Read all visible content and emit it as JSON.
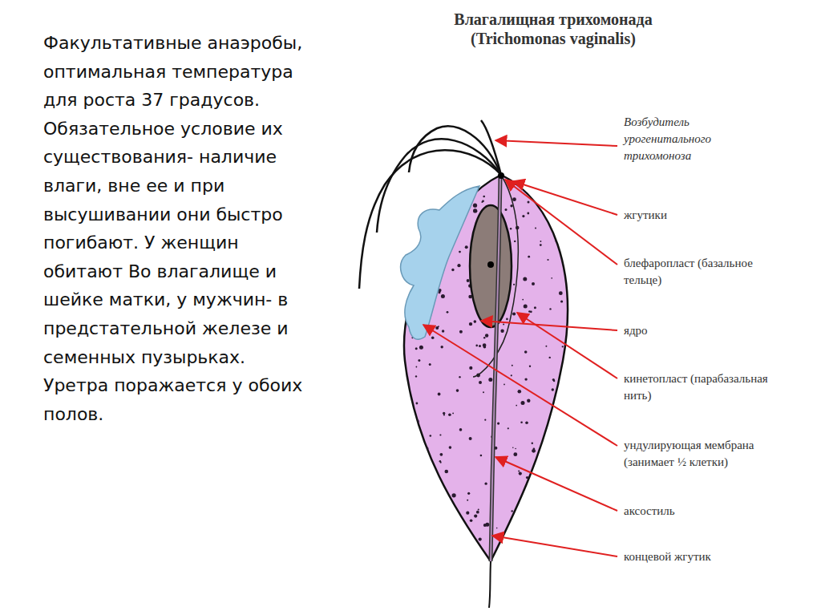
{
  "diagram": {
    "title": "Влагалищная трихомонада (Trichomonas vaginalis)",
    "labels": [
      "Факультативные анаэробы, оптимальная температура для роста 37 градусов. Обязательное условие их существования- наличие влаги, вне ее и при высушивании они быстро погибают. У женщин обитают Во влагалище и шейке матки, у мужчин- в предстательной железе и семенных пузырьках. Уретра поражается у обоих полов.",
      "Возбудитель урогенитального трихомоноза",
      "жгутики",
      "блефаропласт (базальное тельце)",
      "ядро",
      "кинетопласт (парабазальная нить)",
      "ундулирующая мембрана (занимает ½ клетки)",
      "аксостиль",
      "концевой жгутик"
    ]
  }
}
